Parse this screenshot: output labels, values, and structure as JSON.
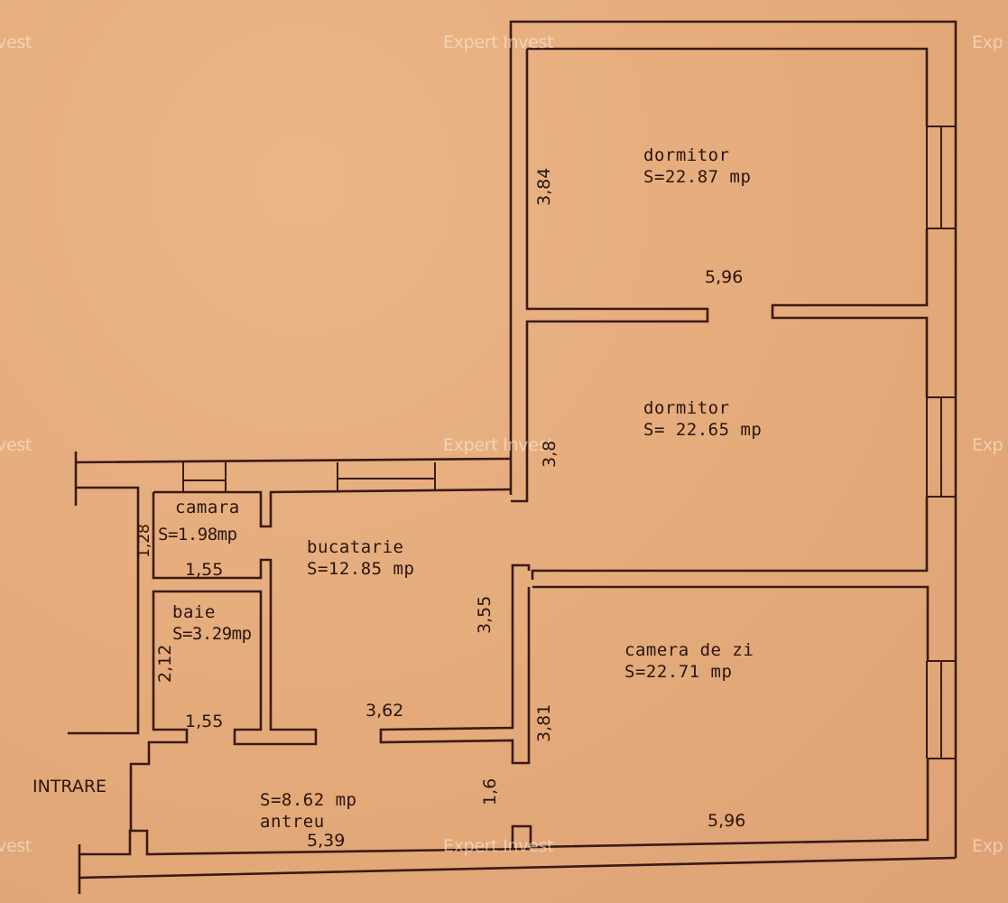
{
  "plan": {
    "watermark": "Expert Invest",
    "watermark_partial_left": "vest",
    "watermark_partial_right": "Exp",
    "entrance_label": "INTRARE",
    "rooms": [
      {
        "name": "dormitor",
        "area": "S=22.87 mp",
        "dims": [
          "3,84",
          "5,96"
        ]
      },
      {
        "name": "dormitor",
        "area": "S= 22.65 mp",
        "dims": [
          "3,8"
        ]
      },
      {
        "name": "camera de zi",
        "area": "S=22.71 mp",
        "dims": [
          "3,81",
          "5,96"
        ]
      },
      {
        "name": "bucatarie",
        "area": "S=12.85 mp",
        "dims": [
          "3,55",
          "3,62"
        ]
      },
      {
        "name": "camara",
        "area": "S=1.98mp",
        "dims": [
          "1,28",
          "1,55"
        ]
      },
      {
        "name": "baie",
        "area": "S=3.29mp",
        "dims": [
          "2,12",
          "1,55"
        ]
      },
      {
        "name": "antreu",
        "area": "S=8.62 mp",
        "dims": [
          "1,6",
          "5,39"
        ]
      }
    ]
  }
}
